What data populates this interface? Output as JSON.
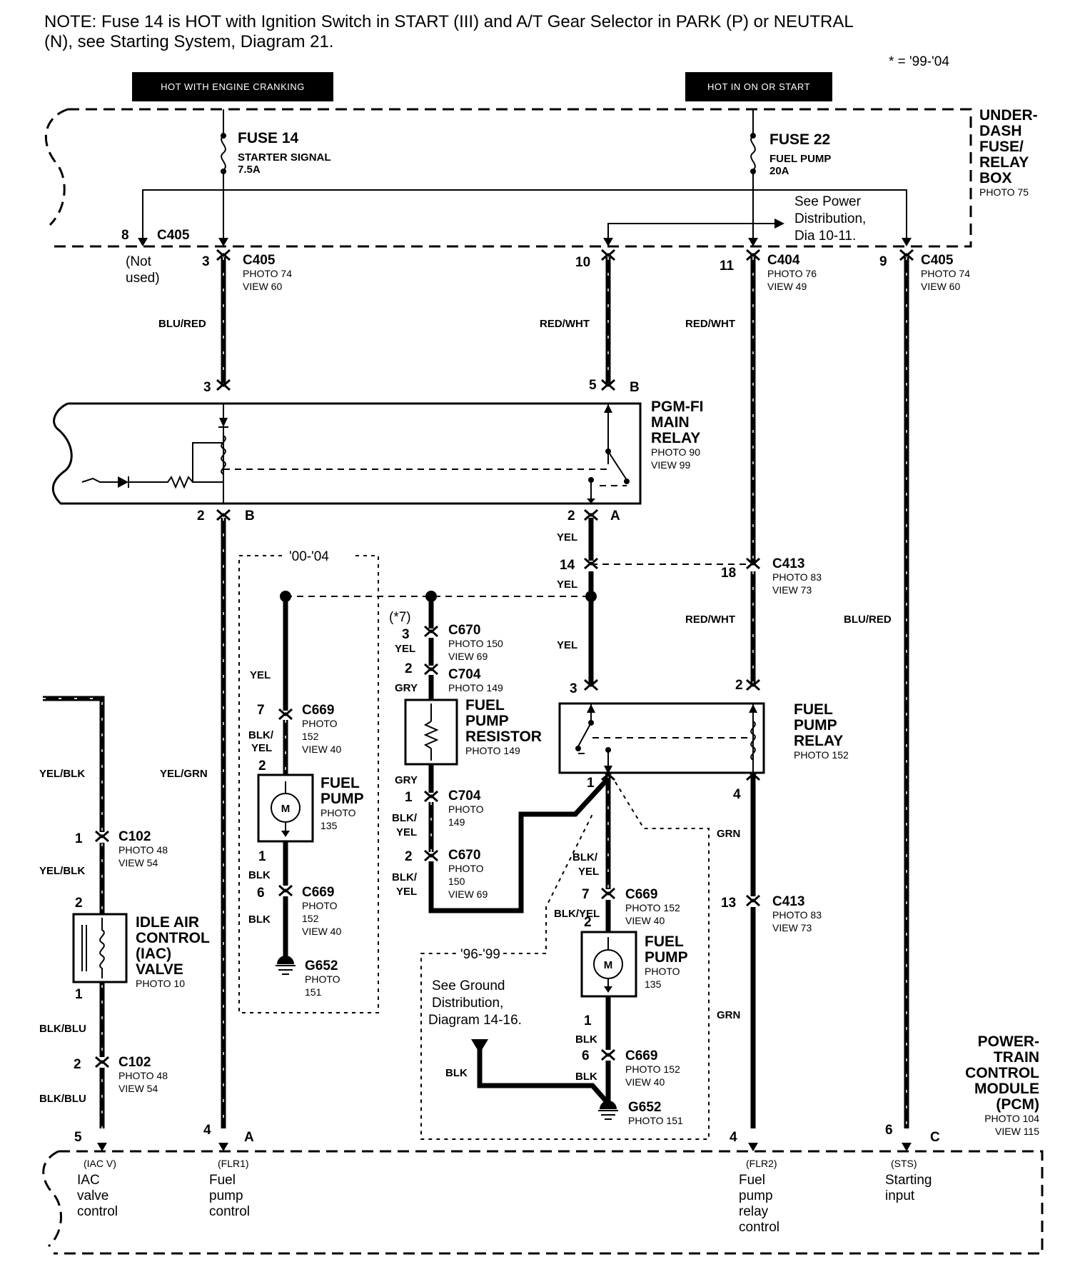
{
  "note": {
    "line1": "NOTE: Fuse 14 is HOT with Ignition Switch in START (III) and A/T Gear Selector in PARK (P) or NEUTRAL",
    "line2": "(N), see Starting System, Diagram 21.",
    "legend": "* = '99-'04"
  },
  "hot_labels": {
    "left": "HOT WITH ENGINE CRANKING",
    "right": "HOT IN ON OR START"
  },
  "fusebox": {
    "lines": [
      "UNDER-",
      "DASH",
      "FUSE/",
      "RELAY",
      "BOX"
    ],
    "photo": "PHOTO 75"
  },
  "fuse14": {
    "name": "FUSE 14",
    "desc": "STARTER SIGNAL",
    "rating": "7.5A"
  },
  "fuse22": {
    "name": "FUSE 22",
    "desc": "FUEL PUMP",
    "rating": "20A"
  },
  "power_dist": {
    "lines": [
      "See Power",
      "Distribution,",
      "Dia 10-11."
    ]
  },
  "c405_top": {
    "pin": "8",
    "name": "C405",
    "not_used": [
      "(Not",
      "used)"
    ]
  },
  "conn_c405_a": {
    "pin": "3",
    "name": "C405",
    "photo": "PHOTO 74",
    "view": "VIEW 60"
  },
  "conn_c404_a": {
    "pin": "10"
  },
  "conn_c404_b": {
    "pin": "11",
    "name": "C404",
    "photo": "PHOTO 76",
    "view": "VIEW 49"
  },
  "conn_c405_b": {
    "pin": "9",
    "name": "C405",
    "photo": "PHOTO 74",
    "view": "VIEW 60"
  },
  "wires": {
    "blu_red": "BLU/RED",
    "red_wht": "RED/WHT",
    "yel": "YEL",
    "yel_blk": "YEL/BLK",
    "yel_grn": "YEL/GRN",
    "blk_blu": "BLK/BLU",
    "gry": "GRY",
    "blk": "BLK",
    "blk_yel": "BLK/YEL",
    "blk_slash": "BLK/",
    "yel_part": "YEL",
    "grn": "GRN"
  },
  "relay_main": {
    "lines": [
      "PGM-FI",
      "MAIN",
      "RELAY"
    ],
    "photo": "PHOTO 90",
    "view": "VIEW 99",
    "pins": {
      "top_left": "3",
      "top_right": "5",
      "b_top": "B",
      "bot_left": "2",
      "b_bot": "B",
      "bot_right": "2",
      "a_bot": "A"
    }
  },
  "c413_a": {
    "pin_left": "14",
    "pin_right": "18",
    "name": "C413",
    "photo": "PHOTO 83",
    "view": "VIEW 73"
  },
  "c413_b": {
    "pin": "13",
    "name": "C413",
    "photo": "PHOTO 83",
    "view": "VIEW 73"
  },
  "box_0004": {
    "label": "'00-'04"
  },
  "box_9699": {
    "label": "'96-'99",
    "ground_note": [
      "See Ground",
      "Distribution,",
      "Diagram 14-16."
    ]
  },
  "c669_a": {
    "pin": "7",
    "name": "C669",
    "photo": [
      "PHOTO",
      "152"
    ],
    "view": "VIEW 40"
  },
  "c669_b": {
    "pin": "6",
    "name": "C669",
    "photo": [
      "PHOTO",
      "152"
    ],
    "view": "VIEW 40"
  },
  "fuel_pump_a": {
    "lines": [
      "FUEL",
      "PUMP"
    ],
    "photo": "PHOTO",
    "photo_num": "135",
    "pin_top": "2",
    "pin_bot": "1",
    "motor": "M"
  },
  "g652_a": {
    "name": "G652",
    "photo": "PHOTO",
    "photo_num": "151"
  },
  "c670_a": {
    "note": "(*7)",
    "pin": "3",
    "name": "C670",
    "photo": "PHOTO 150",
    "view": "VIEW 69"
  },
  "c704_a": {
    "pin": "2",
    "name": "C704",
    "photo": "PHOTO 149"
  },
  "resistor": {
    "lines": [
      "FUEL",
      "PUMP",
      "RESISTOR"
    ],
    "photo": "PHOTO 149"
  },
  "c704_b": {
    "pin": "1",
    "name": "C704",
    "photo": "PHOTO",
    "photo_num": "149"
  },
  "c670_b": {
    "pin": "2",
    "name": "C670",
    "photo": "PHOTO",
    "photo_num": "150",
    "view": "VIEW 69"
  },
  "fp_relay": {
    "lines": [
      "FUEL",
      "PUMP",
      "RELAY"
    ],
    "photo": "PHOTO 152",
    "pin_3": "3",
    "pin_2": "2",
    "pin_1": "1",
    "pin_4": "4"
  },
  "c669_c": {
    "pin": "7",
    "name": "C669",
    "photo": "PHOTO 152",
    "view": "VIEW 40"
  },
  "fuel_pump_b": {
    "lines": [
      "FUEL",
      "PUMP"
    ],
    "photo": "PHOTO",
    "photo_num": "135",
    "pin_top": "2",
    "pin_bot": "1",
    "motor": "M"
  },
  "c669_d": {
    "pin": "6",
    "name": "C669",
    "photo": "PHOTO 152",
    "view": "VIEW 40"
  },
  "g652_b": {
    "name": "G652",
    "photo": "PHOTO 151"
  },
  "c102_a": {
    "pin": "1",
    "name": "C102",
    "photo": "PHOTO 48",
    "view": "VIEW 54"
  },
  "c102_b": {
    "pin": "2",
    "name": "C102",
    "photo": "PHOTO 48",
    "view": "VIEW 54"
  },
  "iac": {
    "lines": [
      "IDLE AIR",
      "CONTROL",
      "(IAC)",
      "VALVE"
    ],
    "photo": "PHOTO 10",
    "pin_top": "2",
    "pin_bot": "1"
  },
  "pcm": {
    "lines": [
      "POWER-",
      "TRAIN",
      "CONTROL",
      "MODULE",
      "(PCM)"
    ],
    "photo": "PHOTO 104",
    "view": "VIEW 115",
    "pins": {
      "p5": "5",
      "p4a": "4",
      "a": "A",
      "p4b": "4",
      "p6": "6",
      "c": "C"
    },
    "terminals": [
      {
        "code": "(IAC V)",
        "lines": [
          "IAC",
          "valve",
          "control"
        ]
      },
      {
        "code": "(FLR1)",
        "lines": [
          "Fuel",
          "pump",
          "control"
        ]
      },
      {
        "code": "(FLR2)",
        "lines": [
          "Fuel",
          "pump",
          "relay",
          "control"
        ]
      },
      {
        "code": "(STS)",
        "lines": [
          "Starting",
          "input"
        ]
      }
    ]
  }
}
